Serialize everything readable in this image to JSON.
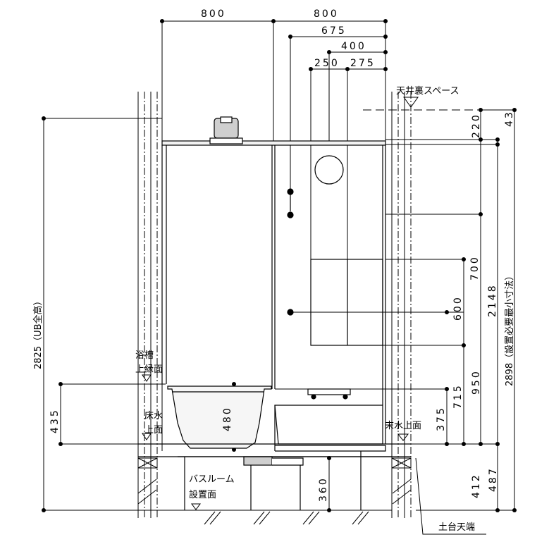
{
  "dimensions": {
    "top_left_800": "800",
    "top_right_800": "800",
    "w675": "675",
    "w400": "400",
    "w250": "250",
    "w275": "275",
    "h43": "43",
    "h220": "220",
    "h700": "700",
    "h600": "600",
    "h950": "950",
    "h715": "715",
    "h375": "375",
    "h2148": "2148",
    "h2898": "2898（設置必要最小寸法）",
    "h2825": "2825（UB全高）",
    "h435": "435",
    "h480": "480",
    "h412": "412",
    "h487": "487",
    "h360": "360"
  },
  "labels": {
    "ceiling_space": "天井裏スペース",
    "tub_rim_1": "浴槽",
    "tub_rim_2": "上縁面",
    "floor_water_1": "床水",
    "floor_water_2": "上面",
    "end_water": "末水上面",
    "bathroom_1": "バスルーム",
    "bathroom_2": "設置面",
    "foundation": "土台天端"
  },
  "colors": {
    "line": "#000000",
    "fill_light": "#f2f2f2",
    "fill_mid": "#cfcfcf",
    "background": "#ffffff"
  }
}
